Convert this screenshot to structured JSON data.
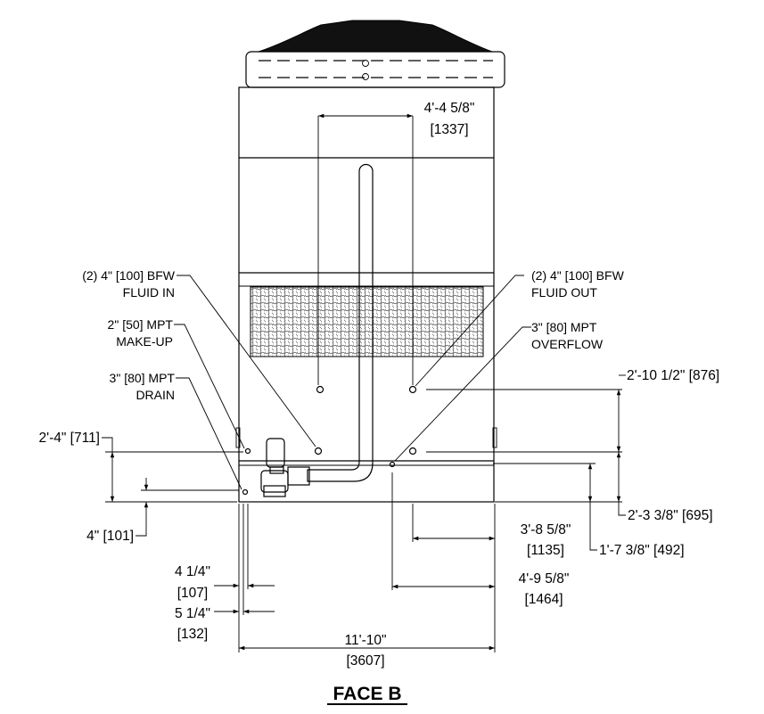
{
  "title": "FACE B",
  "callouts": {
    "fluid_in": [
      "(2) 4\" [100] BFW",
      "FLUID IN"
    ],
    "makeup": [
      "2\" [50] MPT",
      "MAKE-UP"
    ],
    "drain": [
      "3\" [80] MPT",
      "DRAIN"
    ],
    "fluid_out": [
      "(2) 4\" [100] BFW",
      "FLUID OUT"
    ],
    "overflow": [
      "3\" [80] MPT",
      "OVERFLOW"
    ]
  },
  "dimensions": {
    "top_spacing": [
      "4'-4 5/8\"",
      "[1337]"
    ],
    "right_upper": "2'-10 1/2\" [876]",
    "right_lower": "2'-3 3/8\" [695]",
    "right_mid": "1'-7 3/8\" [492]",
    "left_upper": "2'-4\" [711]",
    "left_lower": "4\" [101]",
    "makeup_offset": [
      "4 1/4\"",
      "[107]"
    ],
    "drain_offset": [
      "5 1/4\"",
      "[132]"
    ],
    "overflow_offset": [
      "3'-8 5/8\"",
      "[1135]"
    ],
    "fluid_out_offset": [
      "4'-9 5/8\"",
      "[1464]"
    ],
    "overall_width": [
      "11'-10\"",
      "[3607]"
    ]
  }
}
